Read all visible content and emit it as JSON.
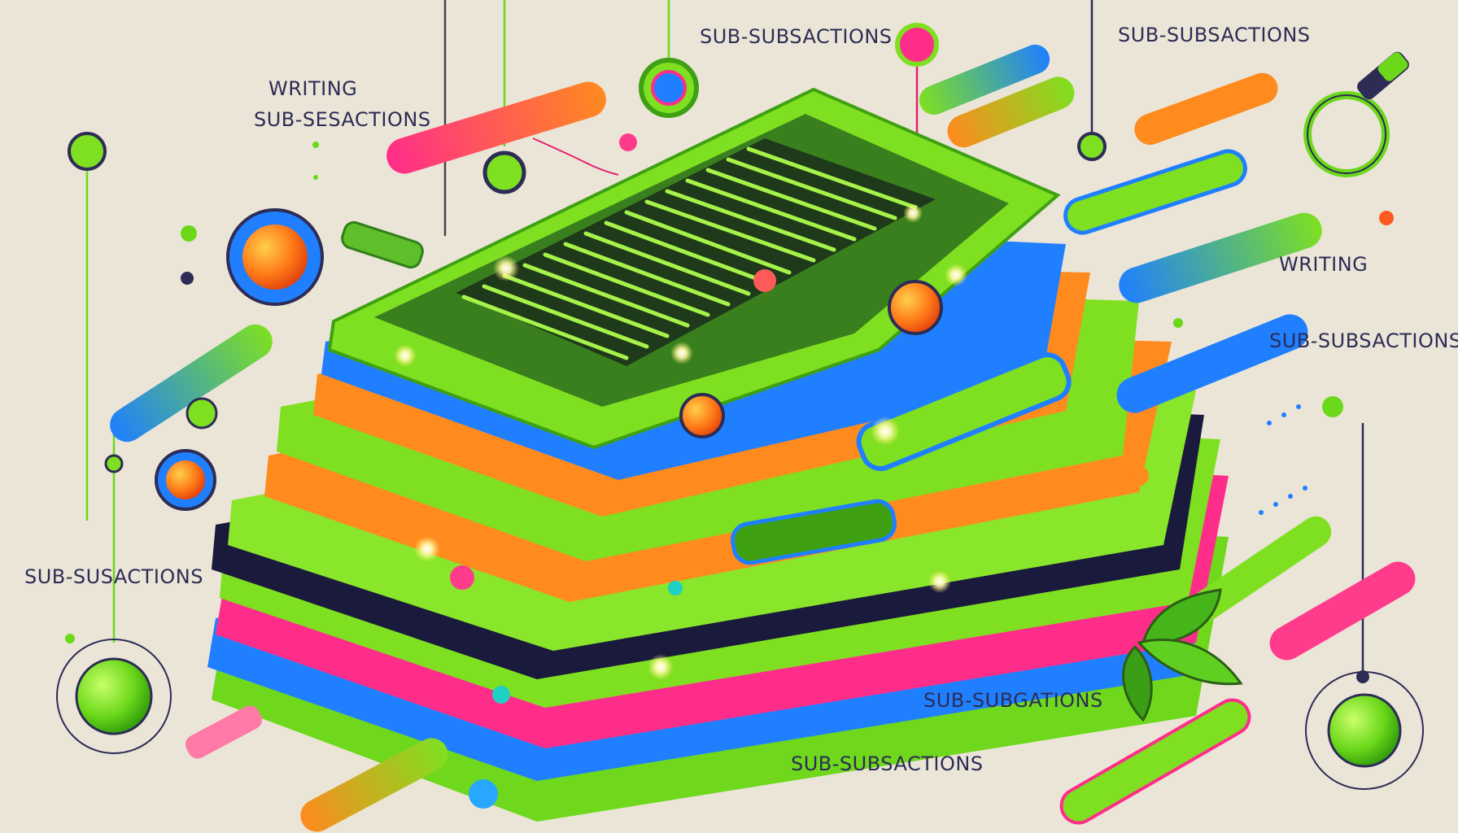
{
  "labels": {
    "writing_left": "WRITING",
    "sub_sesactions": "SUB-SESACTIONS",
    "sub_subsactions_top": "SUB-SUBSACTIONS",
    "sub_subsactions_top_right": "SUB-SUBSACTIONS",
    "writing_right": "WRITING",
    "sub_subsactions_right": "SUB-SUBSACTIONS",
    "sub_susactions_left": "SUB-SUSACTIONS",
    "sub_subgations": "SUB-SUBGATIONS",
    "sub_subsactions_bottom": "SUB-SUBSACTIONS"
  },
  "palette": {
    "background": "#ebe5d8",
    "green": "#7ee021",
    "blue": "#1f7fff",
    "pink": "#ff2d8a",
    "orange": "#ff8a1e",
    "navy": "#2c2c55"
  },
  "stack_layers_bottom_to_top": [
    "green",
    "blue",
    "pink",
    "green",
    "navy",
    "green",
    "orange",
    "green",
    "orange",
    "blue",
    "green"
  ],
  "icons": [
    "pin-icon",
    "magnifier-icon",
    "leaf-icon",
    "document-icon"
  ]
}
